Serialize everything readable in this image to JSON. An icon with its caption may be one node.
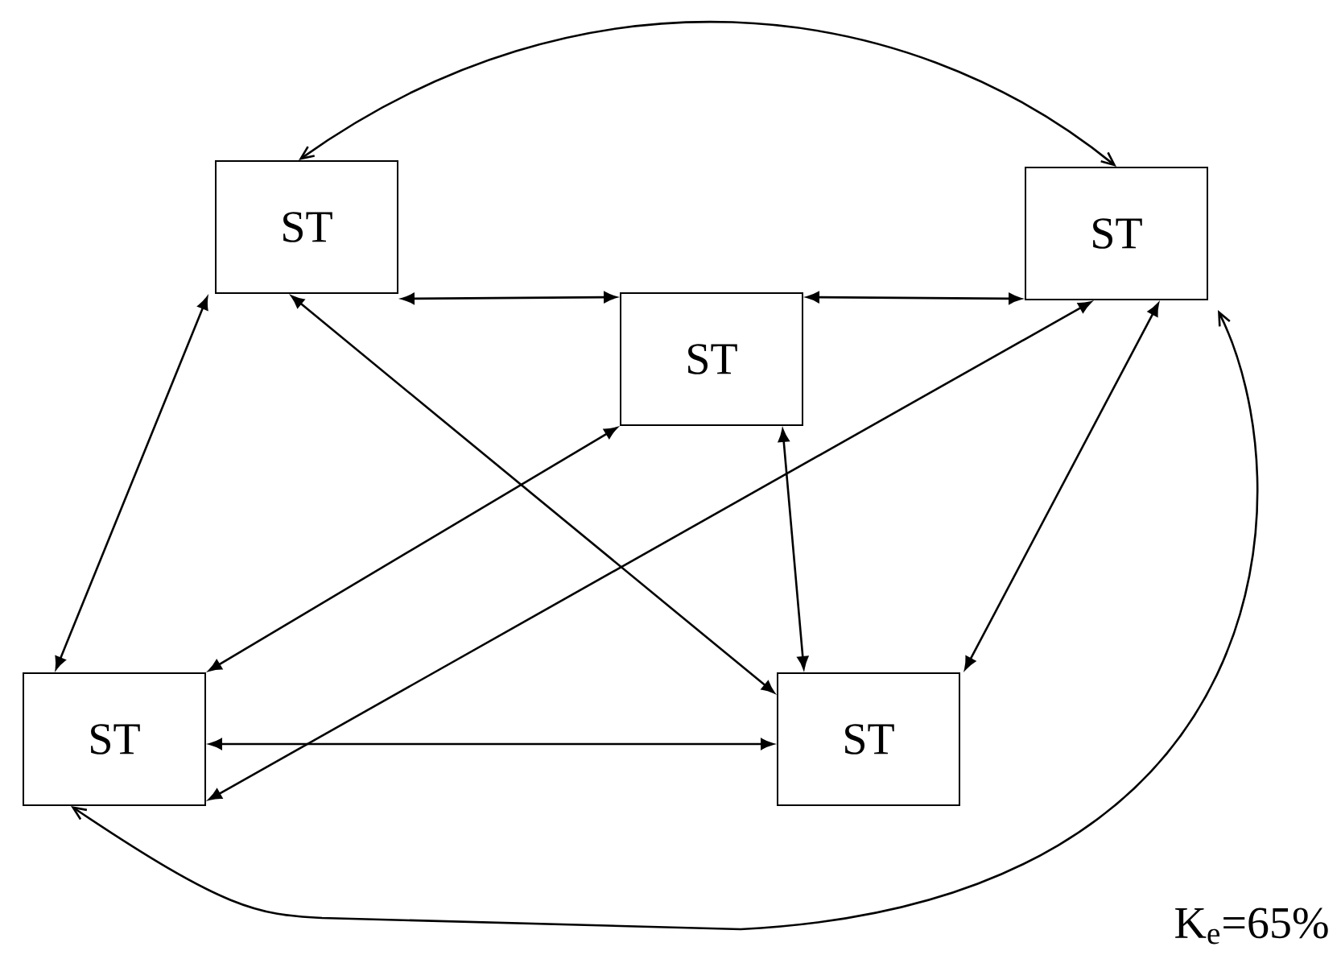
{
  "diagram": {
    "nodes": [
      {
        "text": [
          "ST"
        ]
      },
      {
        "text": [
          "ST"
        ]
      },
      {
        "text": [
          "ST"
        ]
      },
      {
        "text": [
          "ST"
        ]
      },
      {
        "text": [
          "ST"
        ]
      }
    ],
    "edges": [
      {
        "from": 0,
        "to": 1,
        "arrow": "both"
      },
      {
        "from": 0,
        "to": 2,
        "arrow": "both"
      },
      {
        "from": 2,
        "to": 1,
        "arrow": "both"
      },
      {
        "from": 0,
        "to": 3,
        "arrow": "both"
      },
      {
        "from": 0,
        "to": 4,
        "arrow": "both"
      },
      {
        "from": 2,
        "to": 3,
        "arrow": "both"
      },
      {
        "from": 1,
        "to": 3,
        "arrow": "both"
      },
      {
        "from": 2,
        "to": 4,
        "arrow": "both"
      },
      {
        "from": 1,
        "to": 4,
        "arrow": "both"
      },
      {
        "from": 3,
        "to": 4,
        "arrow": "both"
      },
      {
        "from": 3,
        "to": 1,
        "arrow": "both"
      }
    ],
    "labels": [
      "K$_{e}$=65%"
    ]
  }
}
